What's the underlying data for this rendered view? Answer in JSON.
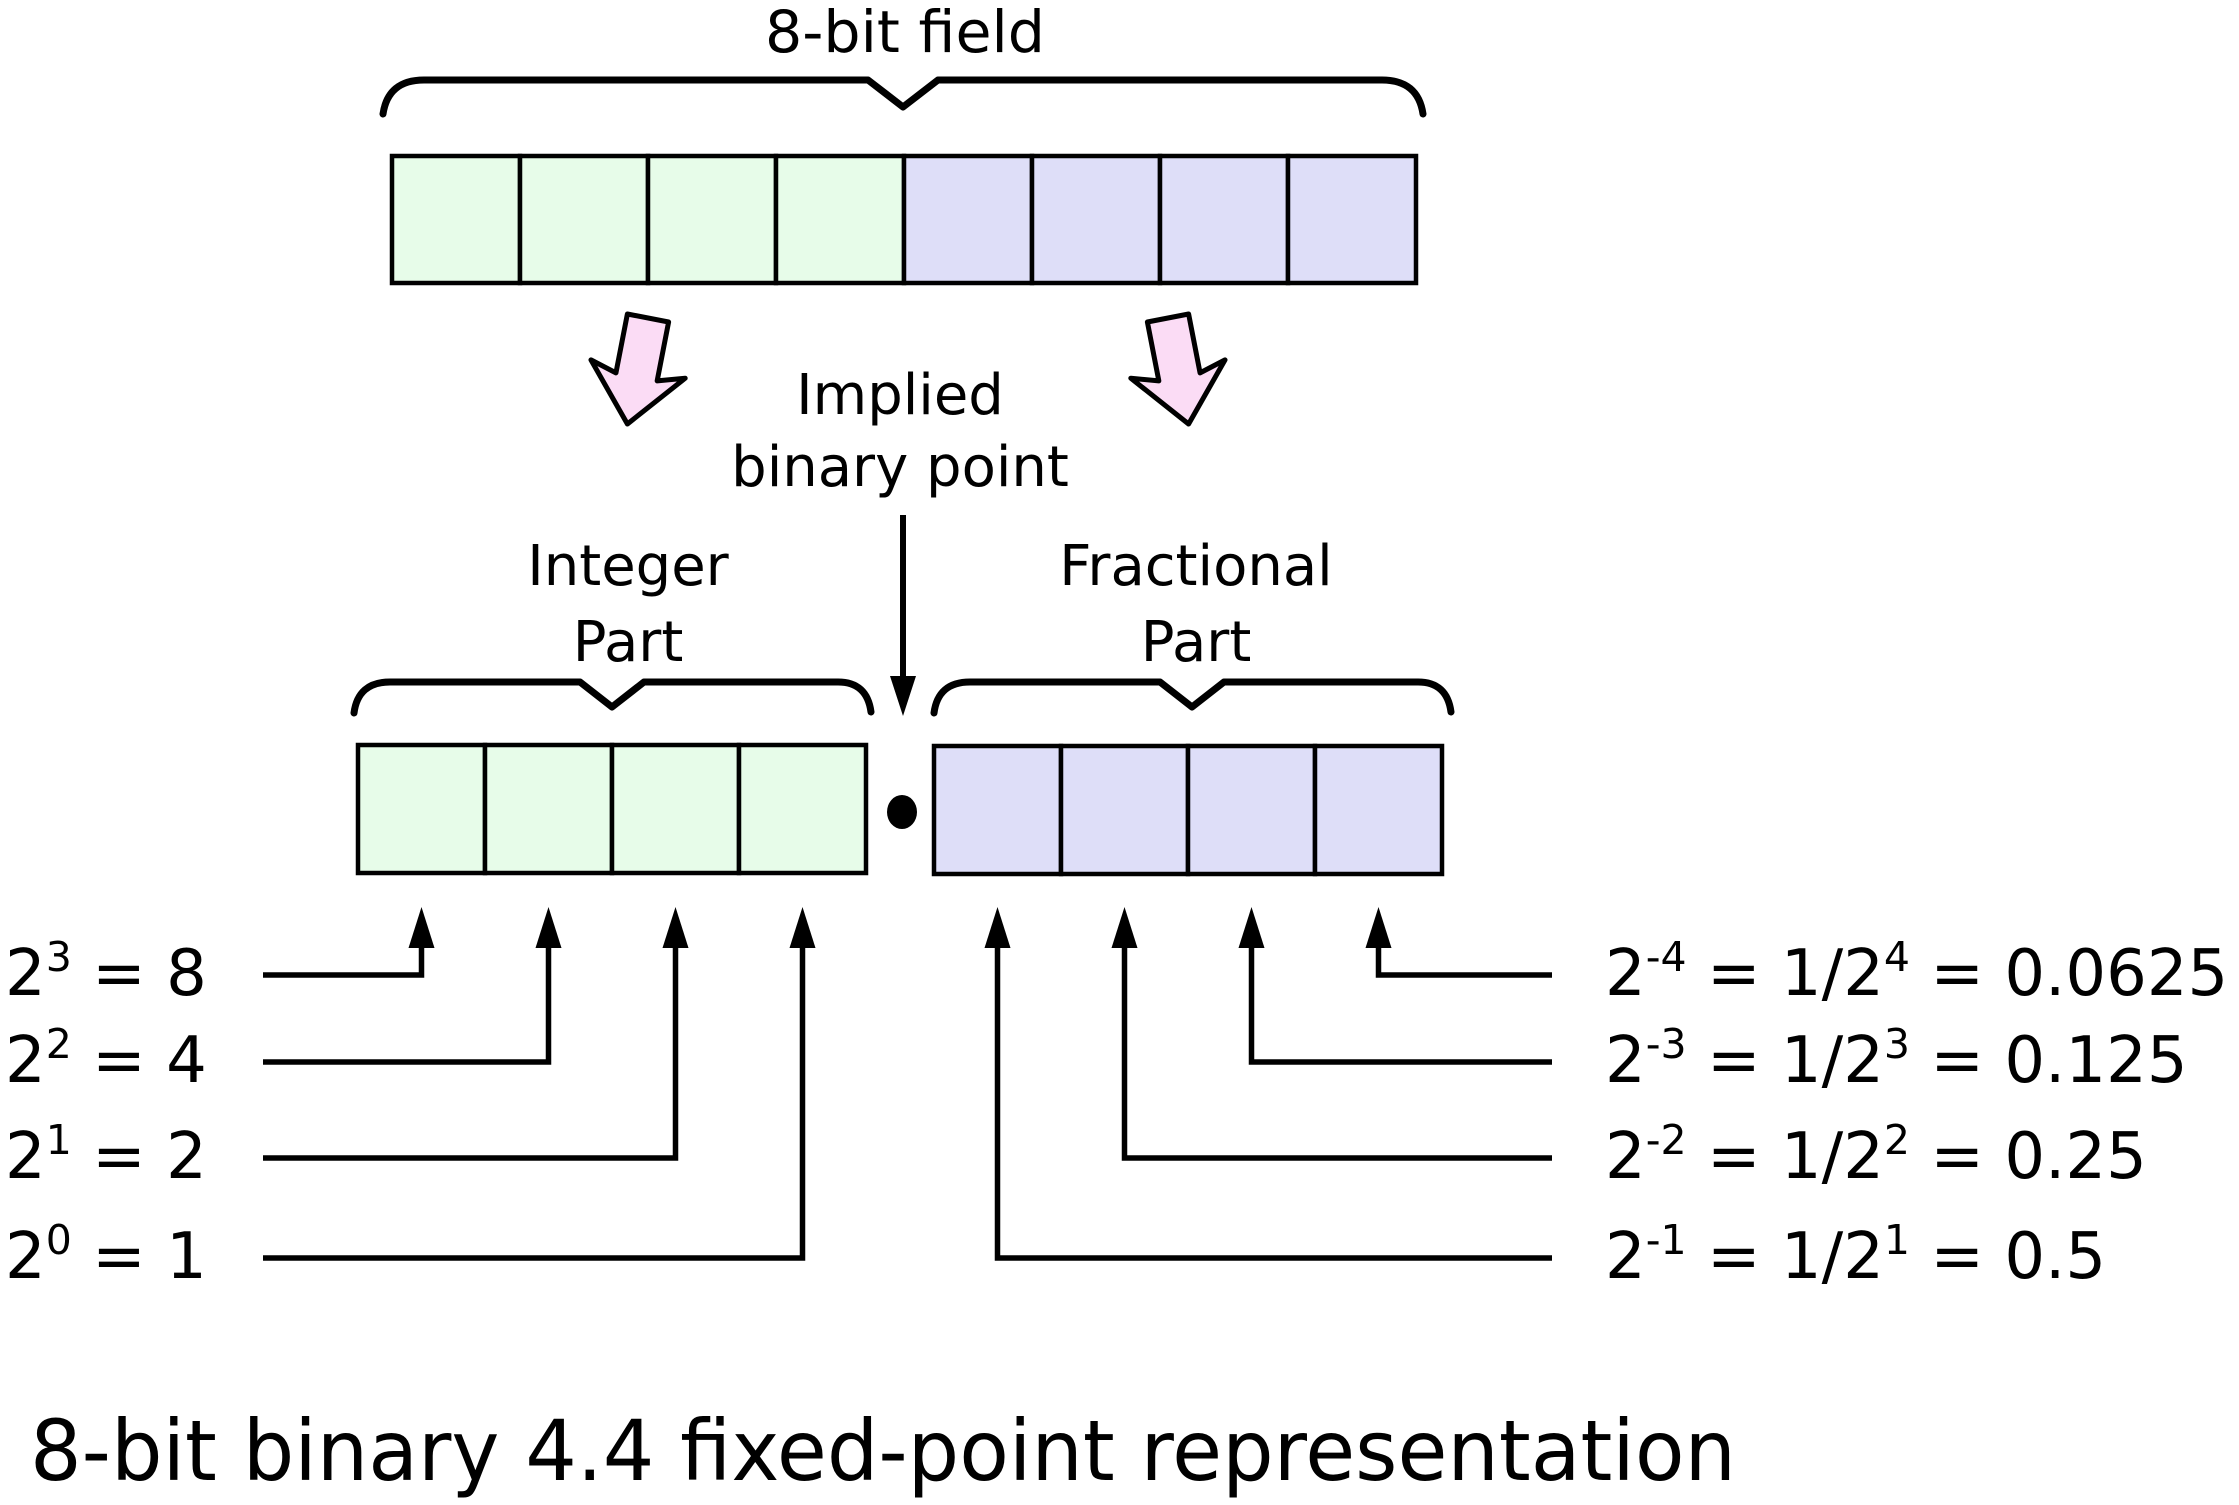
{
  "title": "8-bit field",
  "implied_point": {
    "line1": "Implied",
    "line2": "binary point"
  },
  "integer_section": {
    "line1": "Integer",
    "line2": "Part"
  },
  "fraction_section": {
    "line1": "Fractional",
    "line2": "Part"
  },
  "bits": {
    "integer": 4,
    "fraction": 4
  },
  "integer_weights": [
    {
      "base": "2",
      "exp": "3",
      "value": " = 8"
    },
    {
      "base": "2",
      "exp": "2",
      "value": " = 4"
    },
    {
      "base": "2",
      "exp": "1",
      "value": " = 2"
    },
    {
      "base": "2",
      "exp": "0",
      "value": " = 1"
    }
  ],
  "fraction_weights": [
    {
      "base": "2",
      "exp": "-4",
      "frac_base": " = 1/2",
      "frac_exp": "4",
      "value": " = 0.0625"
    },
    {
      "base": "2",
      "exp": "-3",
      "frac_base": " = 1/2",
      "frac_exp": "3",
      "value": " = 0.125"
    },
    {
      "base": "2",
      "exp": "-2",
      "frac_base": " = 1/2",
      "frac_exp": "2",
      "value": " = 0.25"
    },
    {
      "base": "2",
      "exp": "-1",
      "frac_base": " = 1/2",
      "frac_exp": "1",
      "value": " = 0.5"
    }
  ],
  "caption": "8-bit binary 4.4 fixed-point representation",
  "colors": {
    "integer_fill": "#e7fce9",
    "fraction_fill": "#dedef8",
    "arrow_fill": "#fbdcf5",
    "line": "#000000"
  }
}
